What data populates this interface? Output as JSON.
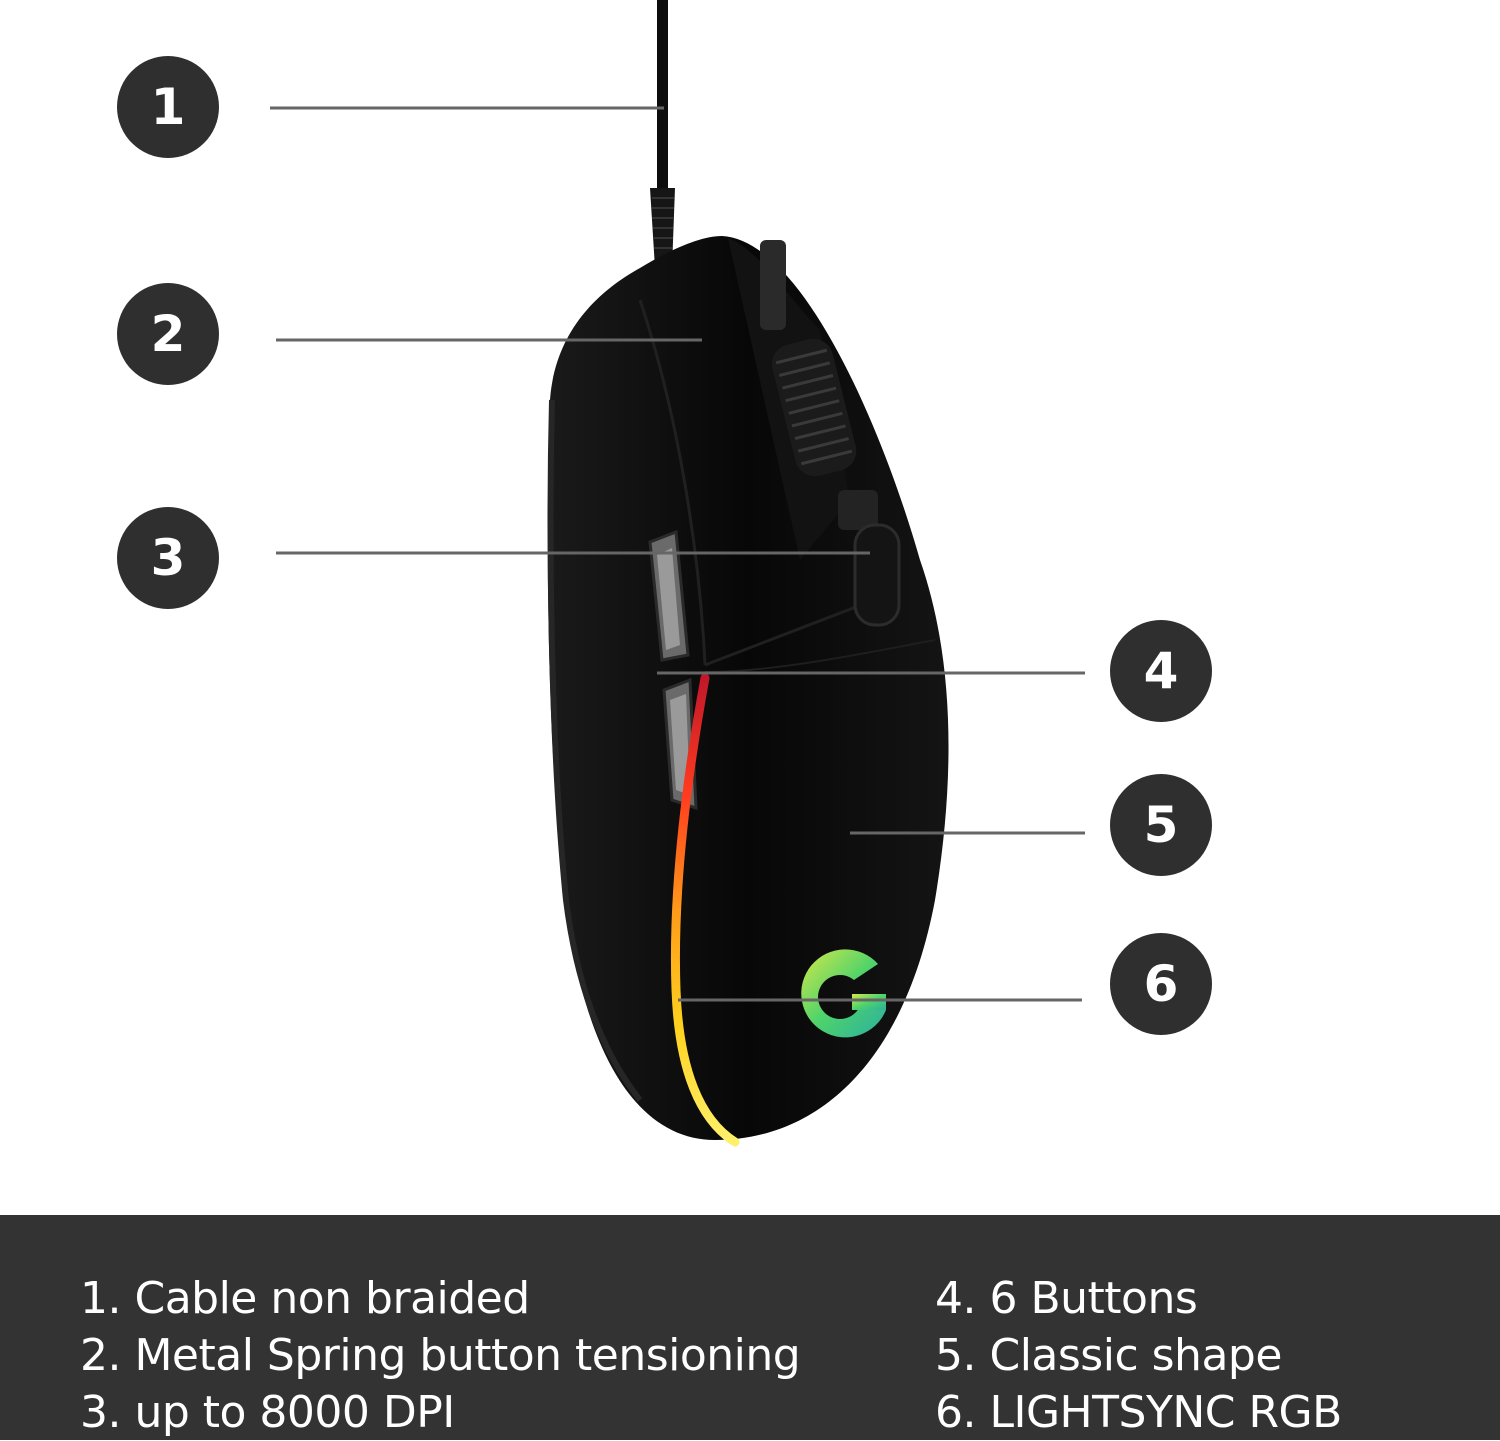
{
  "colors": {
    "badge": "#2f2f2f",
    "footer_bg": "#333333",
    "leader_line": "#666666",
    "mouse_body": "#0a0a0a"
  },
  "callouts": [
    {
      "number": "1"
    },
    {
      "number": "2"
    },
    {
      "number": "3"
    },
    {
      "number": "4"
    },
    {
      "number": "5"
    },
    {
      "number": "6"
    }
  ],
  "features": {
    "left": [
      "1. Cable non braided",
      "2. Metal Spring button tensioning",
      "3. up to 8000 DPI"
    ],
    "right": [
      "4. 6 Buttons",
      "5. Classic shape",
      "6. LIGHTSYNC RGB"
    ]
  },
  "product_image": {
    "subject": "gaming-mouse",
    "logo_icon": "logitech-g-logo",
    "lighting": "rgb-light-strip"
  }
}
